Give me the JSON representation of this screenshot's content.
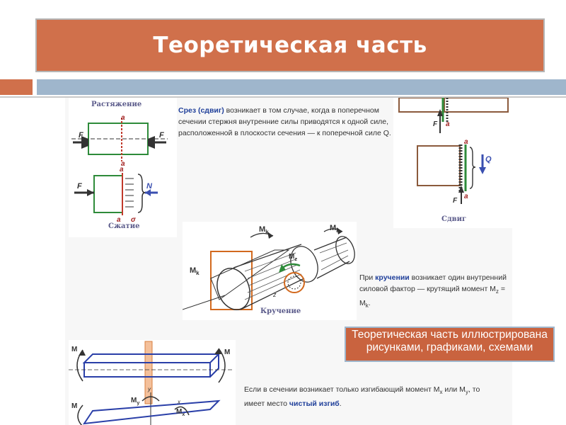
{
  "slide": {
    "title": "Теоретическая часть",
    "colors": {
      "title_bg": "#d0704b",
      "stripe_blue": "#9fb6cc",
      "callout_bg": "#c9633f"
    }
  },
  "tension_panel": {
    "caption_top": "Растяжение",
    "caption_bottom": "Сжатие",
    "labels": {
      "a_top": "a",
      "a_bottom": "a",
      "a2_top": "a",
      "a2_bottom": "a",
      "f_left": "F",
      "f_right": "F",
      "f_lower": "F",
      "n": "N",
      "sigma": "σ"
    }
  },
  "shear_text": {
    "term": "Срез (сдвиг)",
    "rest": " возникает в том случае, когда в поперечном сечении стержня внутренние силы приводятся к одной силе, расположенной в плоскости сечения — к поперечной силе Q."
  },
  "shear_panel": {
    "caption": "Сдвиг",
    "labels": {
      "f_top": "F",
      "a_top": "a",
      "a_mid": "a",
      "q": "Q",
      "a_low": "a",
      "f_low": "F"
    }
  },
  "torsion_panel": {
    "caption": "Кручение",
    "labels": {
      "mk_left": "M",
      "mk_top1": "M",
      "mk_top2": "M",
      "mz": "M",
      "z": "z",
      "k_sub": "k",
      "z_sub": "z"
    }
  },
  "torsion_text": {
    "pre": "При ",
    "term": "кручении",
    "rest": " возникает один внутренний силовой фактор — крутящий момент M",
    "sub_z": "z",
    "eq": " = M",
    "sub_k": "k",
    "end": "."
  },
  "bending_panel": {
    "labels": {
      "m1": "M",
      "m2": "M",
      "m3": "M",
      "my": "M",
      "y": "y",
      "x": "x",
      "mx": "M",
      "sub_y": "y",
      "sub_x": "x"
    }
  },
  "bending_text": {
    "line1_pre": "Если в сечении возникает только изгибающий момент M",
    "sub_x": "x",
    "line1_mid": " или M",
    "sub_y": "y",
    "line1_end": ", то",
    "line2_pre": "имеет место ",
    "term": "чистый изгиб",
    "line2_end": "."
  },
  "callout": {
    "text": "Теоретическая часть иллюстрирована рисунками, графиками, схемами"
  }
}
